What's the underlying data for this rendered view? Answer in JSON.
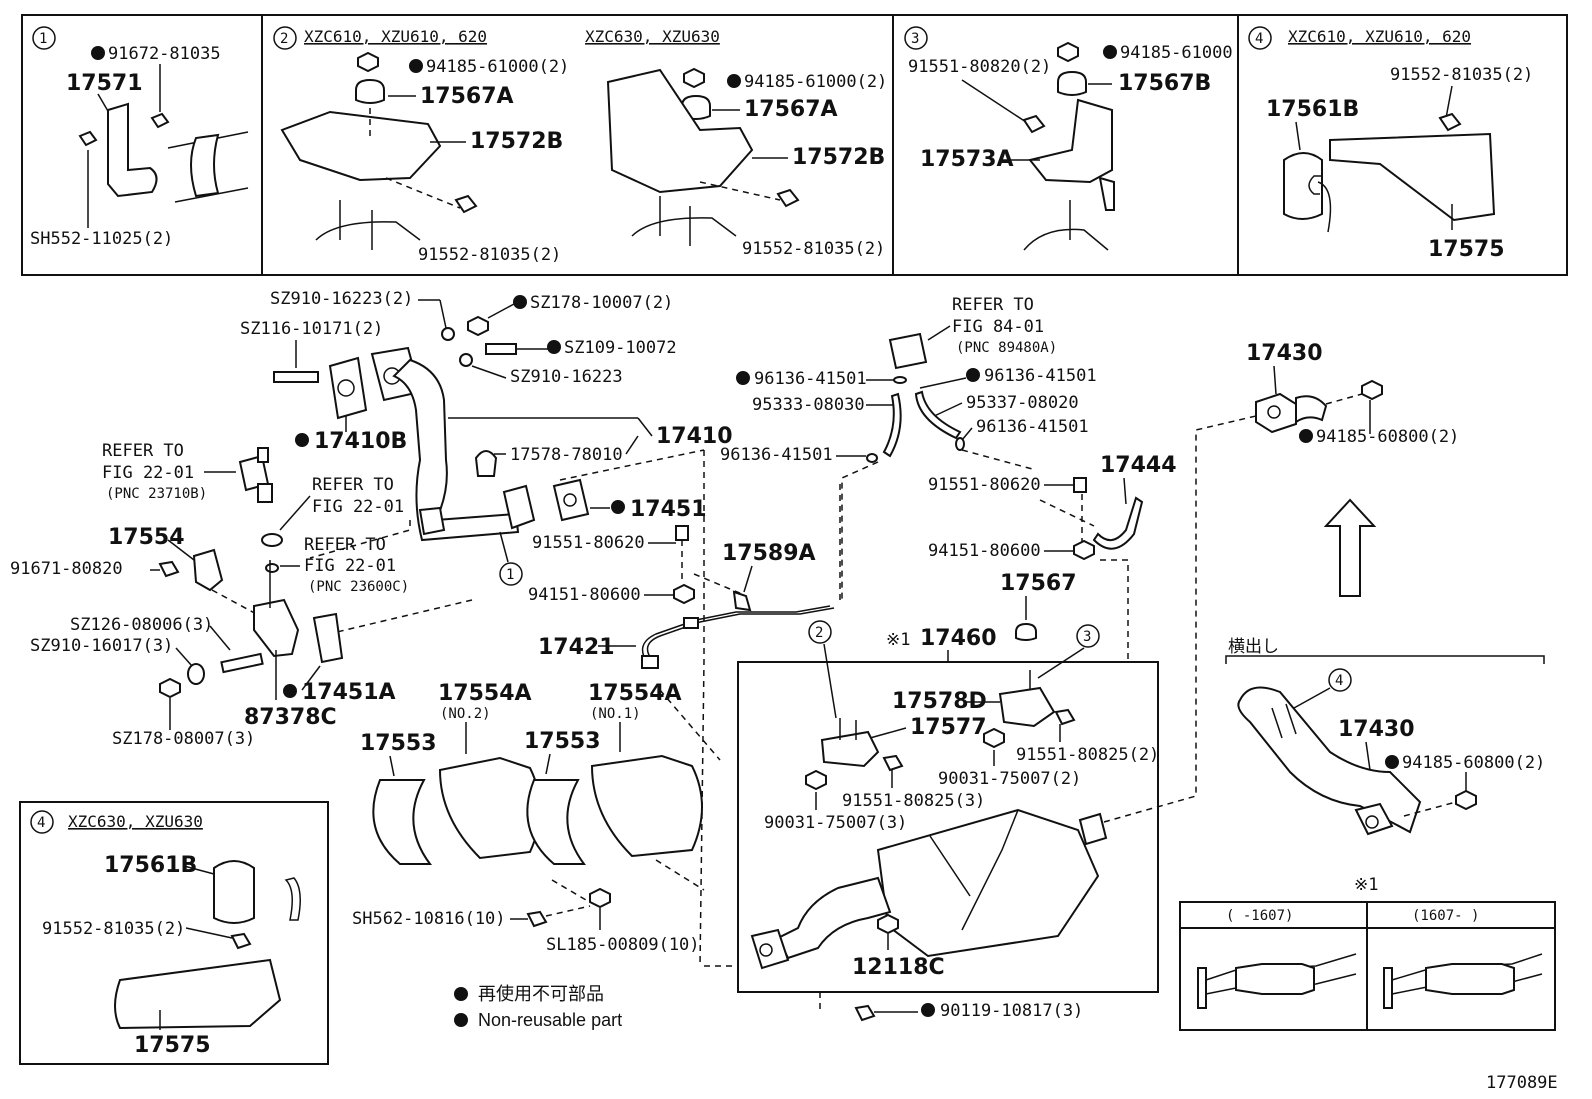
{
  "diagram_id": "177089E",
  "legend": {
    "ja": "再使用不可部品",
    "en": "Non-reusable part"
  },
  "side_exit_label": "横出し",
  "note_mark": "※1",
  "panels": {
    "p1": {
      "num": "1",
      "labels": [
        "91672-81035",
        "17571",
        "SH552-11025(2)"
      ]
    },
    "p2": {
      "num": "2",
      "hdr_a": "XZC610, XZU610, 620",
      "hdr_b": "XZC630, XZU630",
      "labels": [
        "94185-61000(2)",
        "17567A",
        "17572B",
        "91552-81035(2)",
        "94185-61000(2)",
        "17567A",
        "17572B",
        "91552-81035(2)"
      ]
    },
    "p3": {
      "num": "3",
      "labels": [
        "94185-61000",
        "91551-80820(2)",
        "17567B",
        "17573A"
      ]
    },
    "p4": {
      "num": "4",
      "hdr": "XZC610, XZU610, 620",
      "labels": [
        "91552-81035(2)",
        "17561B",
        "17575"
      ]
    },
    "p4b": {
      "num": "4",
      "hdr": "XZC630, XZU630",
      "labels": [
        "17561B",
        "91552-81035(2)",
        "17575"
      ]
    }
  },
  "main_labels": {
    "sz910_16223_2": "SZ910-16223(2)",
    "sz178_10007_2": "SZ178-10007(2)",
    "sz116_10171_2": "SZ116-10171(2)",
    "sz109_10072": "SZ109-10072",
    "sz910_16223": "SZ910-16223",
    "p17410b": "17410B",
    "p17410": "17410",
    "p17578_78010": "17578-78010",
    "refer_to_1": "REFER TO",
    "fig_22_01_a": "FIG 22-01",
    "pnc_23710b": "(PNC 23710B)",
    "refer_to_2": "REFER TO",
    "fig_22_01_b": "FIG 22-01",
    "refer_to_3": "REFER TO",
    "fig_22_01_c": "FIG 22-01",
    "pnc_23600c": "(PNC 23600C)",
    "p17554": "17554",
    "p91671_80820": "91671-80820",
    "sz126_08006_3": "SZ126-08006(3)",
    "sz910_16017_3": "SZ910-16017(3)",
    "p17451a": "17451A",
    "p87378c": "87378C",
    "sz178_08007_3": "SZ178-08007(3)",
    "p17451": "17451",
    "p91551_80620_a": "91551-80620",
    "p94151_80600_a": "94151-80600",
    "p17589a": "17589A",
    "p17421": "17421",
    "refer_to_4": "REFER TO",
    "fig_84_01": "FIG 84-01",
    "pnc_89480a": "(PNC 89480A)",
    "p96136_41501_a": "96136-41501",
    "p96136_41501_b": "96136-41501",
    "p95333_08030": "95333-08030",
    "p95337_08020": "95337-08020",
    "p96136_41501_c": "96136-41501",
    "p96136_41501_d": "96136-41501",
    "p91551_80620_b": "91551-80620",
    "p17444": "17444",
    "p94151_80600_b": "94151-80600",
    "p17567": "17567",
    "p17460": "17460",
    "p17578d": "17578D",
    "p17577": "17577",
    "p91551_80825_2": "91551-80825(2)",
    "p90031_75007_2": "90031-75007(2)",
    "p91551_80825_3": "91551-80825(3)",
    "p90031_75007_3": "90031-75007(3)",
    "p12118c": "12118C",
    "p90119_10817_3": "90119-10817(3)",
    "p17553_a": "17553",
    "p17554a_a": "17554A",
    "no2": "(NO.2)",
    "p17553_b": "17553",
    "p17554a_b": "17554A",
    "no1": "(NO.1)",
    "sh562_10816_10": "SH562-10816(10)",
    "sl185_00809_10": "SL185-00809(10)",
    "p17430_a": "17430",
    "p94185_60800_2_a": "94185-60800(2)",
    "p17430_b": "17430",
    "p94185_60800_2_b": "94185-60800(2)",
    "callout_1": "1",
    "callout_2": "2",
    "callout_3": "3",
    "callout_4": "4"
  },
  "inset": {
    "mark": "※1",
    "col_a": "(     -1607)",
    "col_b": "(1607-     )"
  }
}
